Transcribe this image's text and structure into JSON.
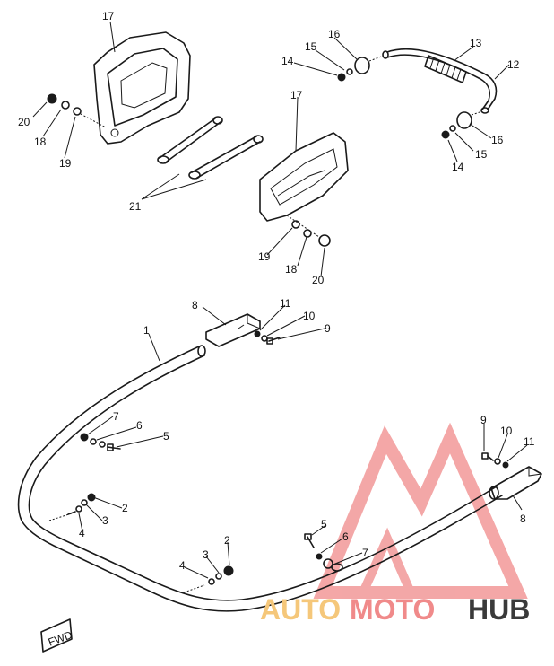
{
  "callouts": [
    {
      "id": "c17a",
      "text": "17"
    },
    {
      "id": "c20a",
      "text": "20"
    },
    {
      "id": "c18a",
      "text": "18"
    },
    {
      "id": "c19a",
      "text": "19"
    },
    {
      "id": "c21",
      "text": "21"
    },
    {
      "id": "c16a",
      "text": "16"
    },
    {
      "id": "c15a",
      "text": "15"
    },
    {
      "id": "c14a",
      "text": "14"
    },
    {
      "id": "c13",
      "text": "13"
    },
    {
      "id": "c12",
      "text": "12"
    },
    {
      "id": "c16b",
      "text": "16"
    },
    {
      "id": "c15b",
      "text": "15"
    },
    {
      "id": "c14b",
      "text": "14"
    },
    {
      "id": "c17b",
      "text": "17"
    },
    {
      "id": "c19b",
      "text": "19"
    },
    {
      "id": "c18b",
      "text": "18"
    },
    {
      "id": "c20b",
      "text": "20"
    },
    {
      "id": "c8a",
      "text": "8"
    },
    {
      "id": "c11a",
      "text": "11"
    },
    {
      "id": "c10a",
      "text": "10"
    },
    {
      "id": "c9a",
      "text": "9"
    },
    {
      "id": "c1",
      "text": "1"
    },
    {
      "id": "c7a",
      "text": "7"
    },
    {
      "id": "c6a",
      "text": "6"
    },
    {
      "id": "c5a",
      "text": "5"
    },
    {
      "id": "c2a",
      "text": "2"
    },
    {
      "id": "c3a",
      "text": "3"
    },
    {
      "id": "c4a",
      "text": "4"
    },
    {
      "id": "c2b",
      "text": "2"
    },
    {
      "id": "c3b",
      "text": "3"
    },
    {
      "id": "c4b",
      "text": "4"
    },
    {
      "id": "c5b",
      "text": "5"
    },
    {
      "id": "c6b",
      "text": "6"
    },
    {
      "id": "c7b",
      "text": "7"
    },
    {
      "id": "c9b",
      "text": "9"
    },
    {
      "id": "c10b",
      "text": "10"
    },
    {
      "id": "c11b",
      "text": "11"
    },
    {
      "id": "c8b",
      "text": "8"
    }
  ],
  "fwd_label": "FWD",
  "watermark": {
    "auto": "AUTO",
    "moto": "MOTO",
    "hub": "HUB",
    "colors": {
      "logo": "#f08a8a",
      "auto": "#f5c77a",
      "moto": "#f08a8a",
      "hub": "#3a3a3a"
    }
  }
}
